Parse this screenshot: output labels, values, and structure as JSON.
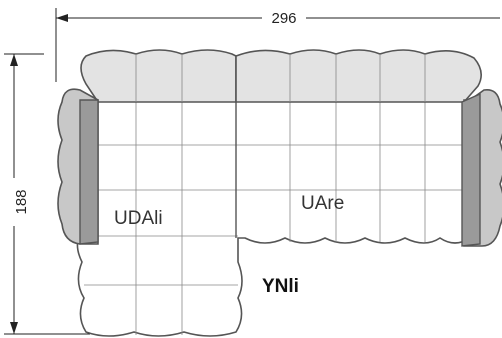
{
  "dimensions": {
    "width_label": "296",
    "height_label": "188"
  },
  "modules": {
    "left_label": "UDAli",
    "right_label": "UAre",
    "outside_label": "YNli"
  },
  "colors": {
    "back_fill": "#e3e3e3",
    "arm_fill": "#9a9a9a",
    "outline": "#555555"
  }
}
